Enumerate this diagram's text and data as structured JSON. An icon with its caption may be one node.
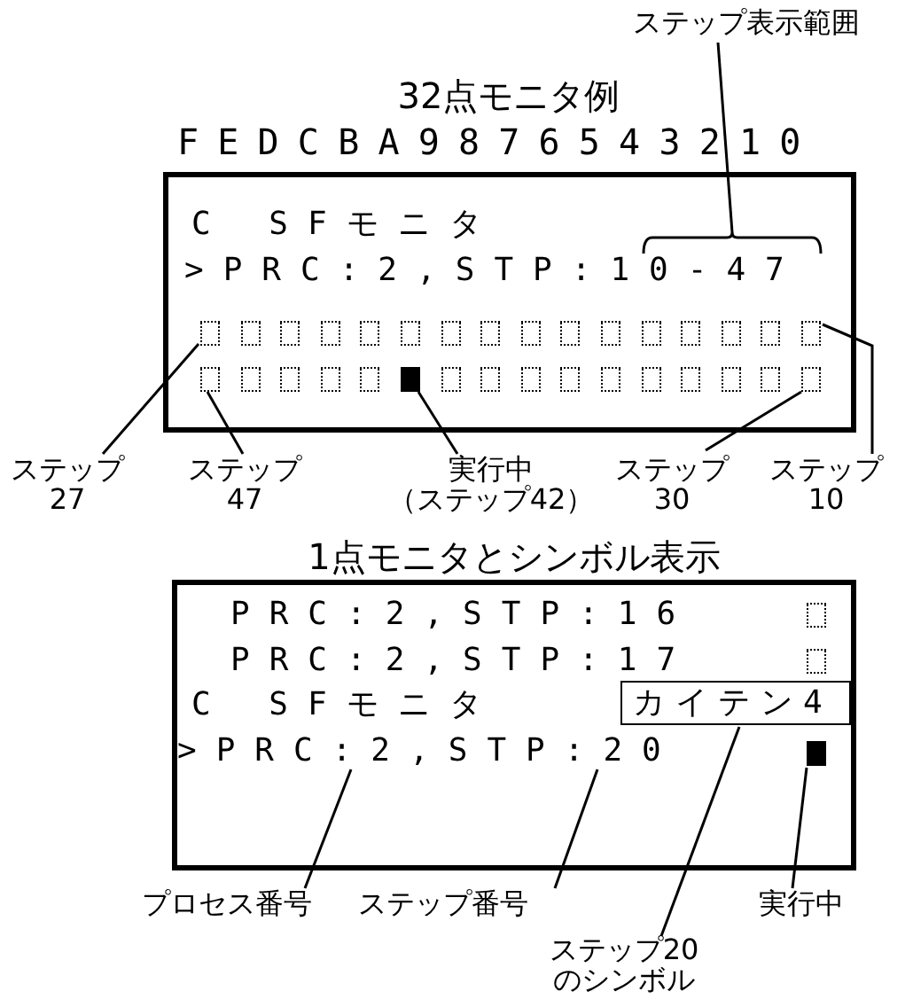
{
  "diagram": {
    "nodes": [
      {
        "text": [
          "32点モニタ例"
        ]
      },
      {
        "text": [
          "C SFモニタ"
        ],
        "in": 0
      },
      {
        "text": [
          ">PRC:2,STP:10-47"
        ],
        "in": 0
      },
      {
        "text": [],
        "shape": "bracket",
        "in": 0
      },
      {
        "text": [],
        "shape": "box",
        "in": 0
      },
      {
        "text": [],
        "shape": "box",
        "in": 0
      },
      {
        "text": [],
        "shape": "box",
        "in": 0
      },
      {
        "text": [],
        "shape": "box",
        "in": 0
      },
      {
        "text": [],
        "shape": "box",
        "in": 0
      },
      {
        "text": [],
        "shape": "box",
        "in": 0
      },
      {
        "text": [],
        "shape": "box",
        "in": 0
      },
      {
        "text": [],
        "shape": "box",
        "in": 0
      },
      {
        "text": [],
        "shape": "box",
        "in": 0
      },
      {
        "text": [],
        "shape": "box",
        "in": 0
      },
      {
        "text": [],
        "shape": "box",
        "in": 0
      },
      {
        "text": [],
        "shape": "box",
        "in": 0
      },
      {
        "text": [],
        "shape": "box",
        "in": 0
      },
      {
        "text": [],
        "shape": "box",
        "in": 0
      },
      {
        "text": [],
        "shape": "box",
        "in": 0
      },
      {
        "text": [],
        "shape": "box",
        "in": 0
      },
      {
        "text": [],
        "shape": "box",
        "in": 0
      },
      {
        "text": [],
        "shape": "box",
        "in": 0
      },
      {
        "text": [],
        "shape": "box",
        "in": 0
      },
      {
        "text": [],
        "shape": "box",
        "in": 0
      },
      {
        "text": [],
        "shape": "box",
        "in": 0
      },
      {
        "text": [],
        "shape": "box",
        "in": 0
      },
      {
        "text": [],
        "shape": "box",
        "in": 0
      },
      {
        "text": [],
        "shape": "box",
        "in": 0
      },
      {
        "text": [],
        "shape": "box",
        "in": 0
      },
      {
        "text": [],
        "shape": "box",
        "in": 0
      },
      {
        "text": [],
        "shape": "box",
        "in": 0
      },
      {
        "text": [],
        "shape": "box",
        "in": 0
      },
      {
        "text": [],
        "shape": "box",
        "in": 0
      },
      {
        "text": [],
        "shape": "box",
        "in": 0
      },
      {
        "text": [],
        "shape": "box",
        "in": 0
      },
      {
        "text": [],
        "shape": "box",
        "in": 0
      },
      {
        "text": [
          "ステップ表示範囲"
        ]
      },
      {
        "text": [
          "ステップ27"
        ]
      },
      {
        "text": [
          "ステップ47"
        ]
      },
      {
        "text": [
          "実行中（ステップ42）"
        ]
      },
      {
        "text": [
          "ステップ30"
        ]
      },
      {
        "text": [
          "ステップ10"
        ]
      },
      {
        "text": [
          "1点モニタとシンボル表示"
        ]
      },
      {
        "text": [
          "PRC:2,STP:16"
        ],
        "in": 42
      },
      {
        "text": [],
        "shape": "box",
        "in": 42
      },
      {
        "text": [
          "PRC:2,STP:17"
        ],
        "in": 42
      },
      {
        "text": [],
        "shape": "box",
        "in": 42
      },
      {
        "text": [
          "C SFモニタ"
        ],
        "in": 42
      },
      {
        "text": [
          "カイテン4"
        ],
        "in": 42
      },
      {
        "text": [
          ">PRC:2,STP:20"
        ],
        "in": 42
      },
      {
        "text": [],
        "shape": "box",
        "in": 42
      },
      {
        "text": [
          "プロセス番号"
        ]
      },
      {
        "text": [
          "ステップ番号"
        ]
      },
      {
        "text": [
          "ステップ20のシンボル"
        ]
      },
      {
        "text": [
          "実行中"
        ]
      }
    ],
    "edges": [
      {
        "from": 36,
        "to": 3,
        "arrow": "none"
      },
      {
        "from": 37,
        "to": 4,
        "arrow": "none"
      },
      {
        "from": 38,
        "to": 20,
        "arrow": "none"
      },
      {
        "from": 39,
        "to": 25,
        "arrow": "none"
      },
      {
        "from": 40,
        "to": 35,
        "arrow": "none"
      },
      {
        "from": 41,
        "to": 19,
        "arrow": "none"
      },
      {
        "from": 51,
        "to": 49,
        "arrow": "none"
      },
      {
        "from": 52,
        "to": 49,
        "arrow": "none"
      },
      {
        "from": 53,
        "to": 48,
        "arrow": "none"
      },
      {
        "from": 54,
        "to": 50,
        "arrow": "none"
      }
    ],
    "labels": [
      "FEDCBA9876543210"
    ]
  }
}
